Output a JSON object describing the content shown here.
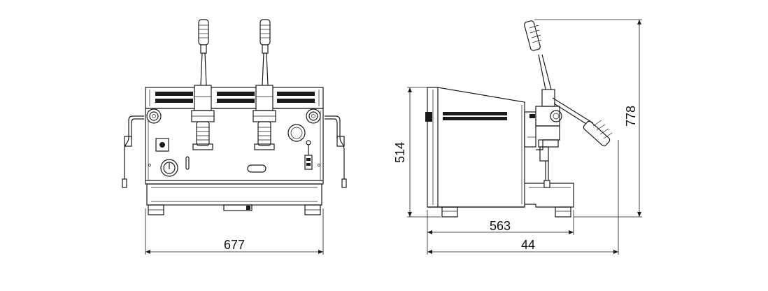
{
  "dimensions": {
    "front_width": "677",
    "side_height": "514",
    "side_depth": "563",
    "side_total_depth": "44",
    "total_height": "778"
  },
  "colors": {
    "line": "#1a1a1a",
    "background": "#ffffff"
  }
}
